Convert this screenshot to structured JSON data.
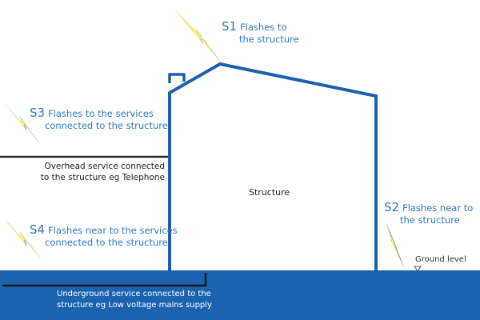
{
  "colors": {
    "structure_blue": "#1d5fae",
    "ground_blue": "#1a63b0",
    "label_blue": "#2f79c1",
    "bolt_yellow": "#f4ef7a",
    "bolt_shadow": "#5b8bc0",
    "service_line": "#2a2a2a"
  },
  "labels": {
    "s1": {
      "code": "S1",
      "line1": "Flashes to",
      "line2": "the structure"
    },
    "s2": {
      "code": "S2",
      "line1": "Flashes near to",
      "line2": "the structure"
    },
    "s3": {
      "code": "S3",
      "line1": "Flashes to the services",
      "line2": "connected to the structure"
    },
    "s4": {
      "code": "S4",
      "line1": "Flashes near to the services",
      "line2": "connected to the structure"
    }
  },
  "structure_label": "Structure",
  "overhead_service": {
    "line1": "Overhead service connected",
    "line2": "to the structure eg Telephone"
  },
  "underground_service": {
    "line1": "Underground service connected to the",
    "line2": "structure eg Low voltage mains supply"
  },
  "ground_level_label": "Ground level"
}
